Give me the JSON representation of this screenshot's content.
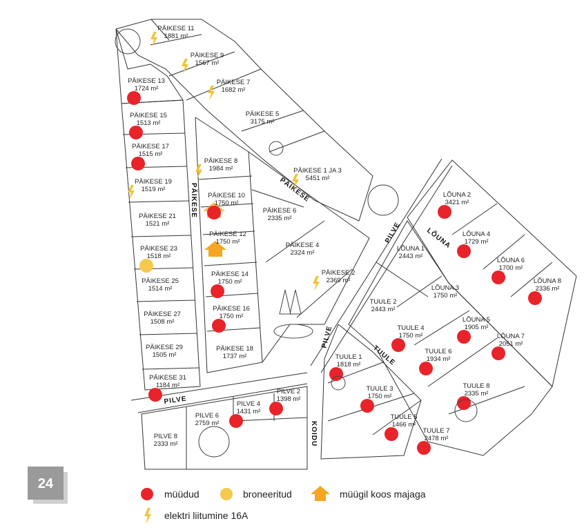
{
  "page_number": "24",
  "colors": {
    "sold": "#e8232a",
    "reserved": "#f6c84c",
    "house": "#f5a623",
    "bolt": "#f2c230",
    "line": "#333333"
  },
  "streets": {
    "paikese_diag": "PÄIKESE",
    "paikese_vert": "PÄIKESE",
    "pilve_left": "PILVE",
    "pilve_mid": "PILVE",
    "pilve_right": "PILVE",
    "louna": "LÕUNA",
    "tuule": "TUULE",
    "koidu": "KOIDU"
  },
  "lots": [
    {
      "name": "PÄIKESE 11",
      "area": "1881 m²",
      "status": "bolt"
    },
    {
      "name": "PÄIKESE 9",
      "area": "1567 m²",
      "status": "bolt"
    },
    {
      "name": "PÄIKESE 7",
      "area": "1682 m²",
      "status": "bolt"
    },
    {
      "name": "PÄIKESE 13",
      "area": "1724 m²",
      "status": "sold"
    },
    {
      "name": "PÄIKESE 5",
      "area": "3175 m²",
      "status": "free"
    },
    {
      "name": "PÄIKESE 1 JA 3",
      "area": "5451 m²",
      "status": "bolt"
    },
    {
      "name": "PÄIKESE 15",
      "area": "1513 m²",
      "status": "sold"
    },
    {
      "name": "PÄIKESE 17",
      "area": "1515 m²",
      "status": "sold"
    },
    {
      "name": "PÄIKESE 19",
      "area": "1519 m²",
      "status": "bolt"
    },
    {
      "name": "PÄIKESE 21",
      "area": "1521 m²",
      "status": "free"
    },
    {
      "name": "PÄIKESE 23",
      "area": "1518 m²",
      "status": "reserved"
    },
    {
      "name": "PÄIKESE 25",
      "area": "1514 m²",
      "status": "free"
    },
    {
      "name": "PÄIKESE 27",
      "area": "1508 m²",
      "status": "free"
    },
    {
      "name": "PÄIKESE 29",
      "area": "1505 m²",
      "status": "free"
    },
    {
      "name": "PÄIKESE 31",
      "area": "1184 m²",
      "status": "sold"
    },
    {
      "name": "PÄIKESE 8",
      "area": "1984 m²",
      "status": "bolt"
    },
    {
      "name": "PÄIKESE 10",
      "area": "1750 m²",
      "status": "sold-house"
    },
    {
      "name": "PÄIKESE 12",
      "area": "1750 m²",
      "status": "house"
    },
    {
      "name": "PÄIKESE 14",
      "area": "1750 m²",
      "status": "sold"
    },
    {
      "name": "PÄIKESE 16",
      "area": "1750 m²",
      "status": "sold"
    },
    {
      "name": "PÄIKESE 18",
      "area": "1737 m²",
      "status": "free"
    },
    {
      "name": "PÄIKESE 6",
      "area": "2335 m²",
      "status": "free"
    },
    {
      "name": "PÄIKESE 4",
      "area": "2324 m²",
      "status": "free"
    },
    {
      "name": "PÄIKESE 2",
      "area": "2369 m²",
      "status": "bolt"
    },
    {
      "name": "LÕUNA 2",
      "area": "3421 m²",
      "status": "sold"
    },
    {
      "name": "LÕUNA 4",
      "area": "1729 m²",
      "status": "sold"
    },
    {
      "name": "LÕUNA 6",
      "area": "1700 m²",
      "status": "sold"
    },
    {
      "name": "LÕUNA 8",
      "area": "2336 m²",
      "status": "sold"
    },
    {
      "name": "LÕUNA 1",
      "area": "2443 m²",
      "status": "free"
    },
    {
      "name": "LÕUNA 3",
      "area": "1750 m²",
      "status": "free"
    },
    {
      "name": "LÕUNA 5",
      "area": "1905 m²",
      "status": "sold"
    },
    {
      "name": "LÕUNA 7",
      "area": "2051 m²",
      "status": "sold"
    },
    {
      "name": "TUULE 2",
      "area": "2443 m²",
      "status": "free"
    },
    {
      "name": "TUULE 4",
      "area": "1750 m²",
      "status": "sold"
    },
    {
      "name": "TUULE 6",
      "area": "1934 m²",
      "status": "sold"
    },
    {
      "name": "TUULE 8",
      "area": "2335 m²",
      "status": "sold"
    },
    {
      "name": "TUULE 1",
      "area": "1818 m²",
      "status": "sold"
    },
    {
      "name": "TUULE 3",
      "area": "1750 m²",
      "status": "sold"
    },
    {
      "name": "TUULE 5",
      "area": "1466 m²",
      "status": "sold"
    },
    {
      "name": "TUULE 7",
      "area": "2478 m²",
      "status": "sold"
    },
    {
      "name": "PILVE 8",
      "area": "2333 m²",
      "status": "free"
    },
    {
      "name": "PILVE 6",
      "area": "2759 m²",
      "status": "free"
    },
    {
      "name": "PILVE 4",
      "area": "1431 m²",
      "status": "sold"
    },
    {
      "name": "PILVE 2",
      "area": "1398 m²",
      "status": "sold"
    }
  ],
  "legend": {
    "sold": "müüdud",
    "reserved": "broneeritud",
    "house": "müügil koos majaga",
    "electric": "elektri liitumine 16A"
  }
}
